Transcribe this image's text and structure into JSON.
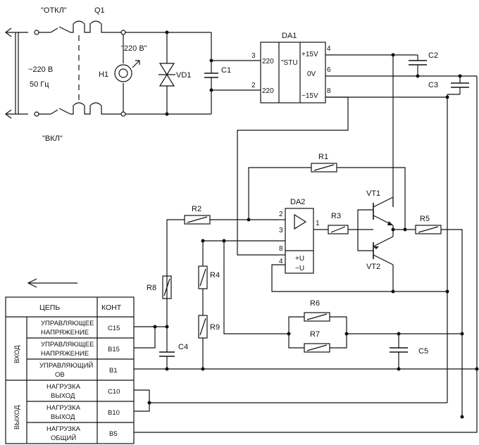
{
  "mains": {
    "off_label": "\"ОТКЛ\"",
    "on_label": "\"ВКЛ\"",
    "switch_ref": "Q1",
    "voltage": "~220 В",
    "frequency": "50 Гц",
    "lamp_ref": "H1",
    "lamp_label": "\"220 В\"",
    "varistor_ref": "VD1",
    "cap_ref": "C1"
  },
  "da1": {
    "ref": "DA1",
    "name": "\"STU",
    "in_label": "220",
    "out_pos": "+15V",
    "out_zero": "0V",
    "out_neg": "−15V",
    "pin_in1": "3",
    "pin_in2": "2",
    "pin_out1": "4",
    "pin_out2": "6",
    "pin_out3": "8"
  },
  "da2": {
    "ref": "DA2",
    "pin_inv": "2",
    "pin_noninv": "3",
    "pin_out": "1",
    "pin_vpos": "8",
    "pin_vneg": "4",
    "vpos_label": "+U",
    "vneg_label": "−U"
  },
  "components": {
    "c2": "C2",
    "c3": "C3",
    "c4": "C4",
    "c5": "C5",
    "r1": "R1",
    "r2": "R2",
    "r3": "R3",
    "r4": "R4",
    "r5": "R5",
    "r6": "R6",
    "r7": "R7",
    "r8": "R8",
    "r9": "R9",
    "vt1": "VT1",
    "vt2": "VT2"
  },
  "connector_table": {
    "header_circuit": "ЦЕПЬ",
    "header_contact": "КОНТ",
    "group_input": "ВХОД",
    "group_output": "ВЫХОД",
    "rows": [
      {
        "circuit_line1": "УПРАВЛЯЮЩЕЕ",
        "circuit_line2": "НАПРЯЖЕНИЕ",
        "contact": "C15"
      },
      {
        "circuit_line1": "УПРАВЛЯЮЩЕЕ",
        "circuit_line2": "НАПРЯЖЕНИЕ",
        "contact": "B15"
      },
      {
        "circuit_line1": "УПРАВЛЯЮЩИЙ",
        "circuit_line2": "ОВ",
        "contact": "B1"
      },
      {
        "circuit_line1": "НАГРУЗКА",
        "circuit_line2": "ВЫХОД",
        "contact": "C10"
      },
      {
        "circuit_line1": "НАГРУЗКА",
        "circuit_line2": "ВЫХОД",
        "contact": "B10"
      },
      {
        "circuit_line1": "НАГРУЗКА",
        "circuit_line2": "ОБЩИЙ",
        "contact": "B5"
      }
    ]
  }
}
